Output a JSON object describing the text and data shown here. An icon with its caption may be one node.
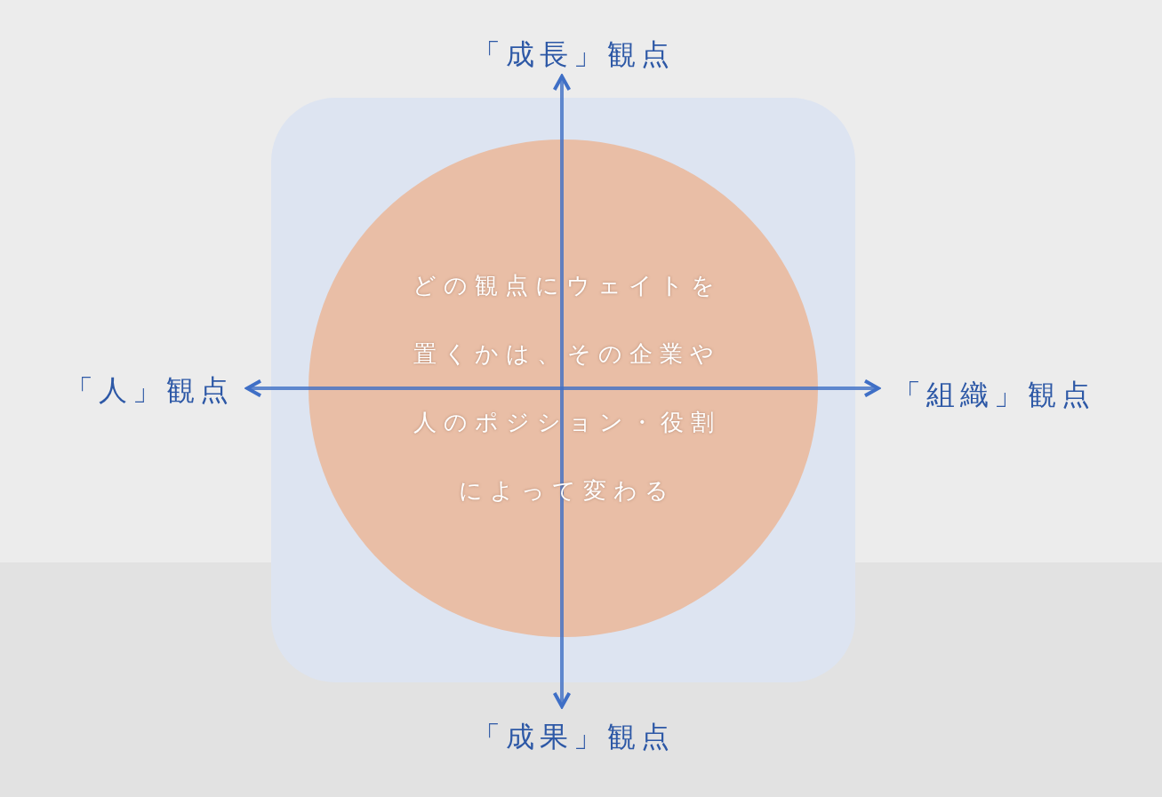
{
  "diagram": {
    "nodes": [
      {
        "text": [],
        "shape": "box"
      },
      {
        "text": [
          "どの観点にウェイトを置くかは、その企業や人のポジション・役割によって変わる"
        ],
        "in": 0
      }
    ],
    "labels": [
      "「成長」観点",
      "「人」観点",
      "「組織」観点",
      "「成果」観点"
    ]
  }
}
